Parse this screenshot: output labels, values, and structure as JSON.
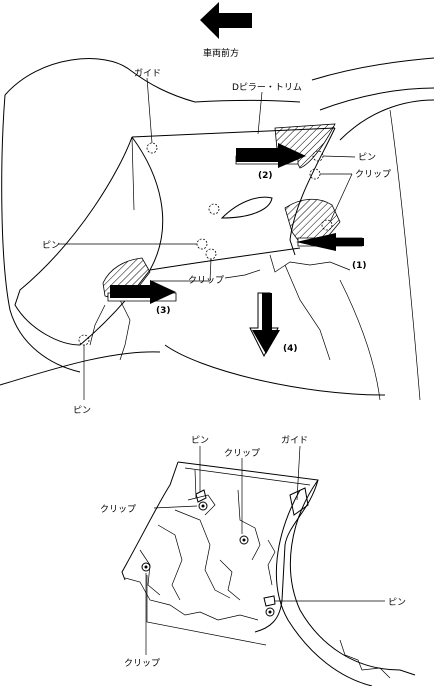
{
  "top_view": {
    "direction_label": "車両前方",
    "labels": {
      "guide": "ガイド",
      "d_pillar_trim": "Dピラー・トリム",
      "pin_right": "ピン",
      "clip_right": "クリップ",
      "pin_left": "ピン",
      "clip_mid": "クリップ",
      "pin_bottom": "ピン"
    },
    "steps": [
      "(1)",
      "(2)",
      "(3)",
      "(4)"
    ]
  },
  "bottom_view": {
    "labels": {
      "pin_top": "ピン",
      "clip_top": "クリップ",
      "guide": "ガイド",
      "clip_left": "クリップ",
      "pin_right": "ピン",
      "clip_bottom": "クリップ"
    }
  },
  "icons": {
    "direction": "left-arrow-icon",
    "removal": "push-arrow-icon"
  }
}
